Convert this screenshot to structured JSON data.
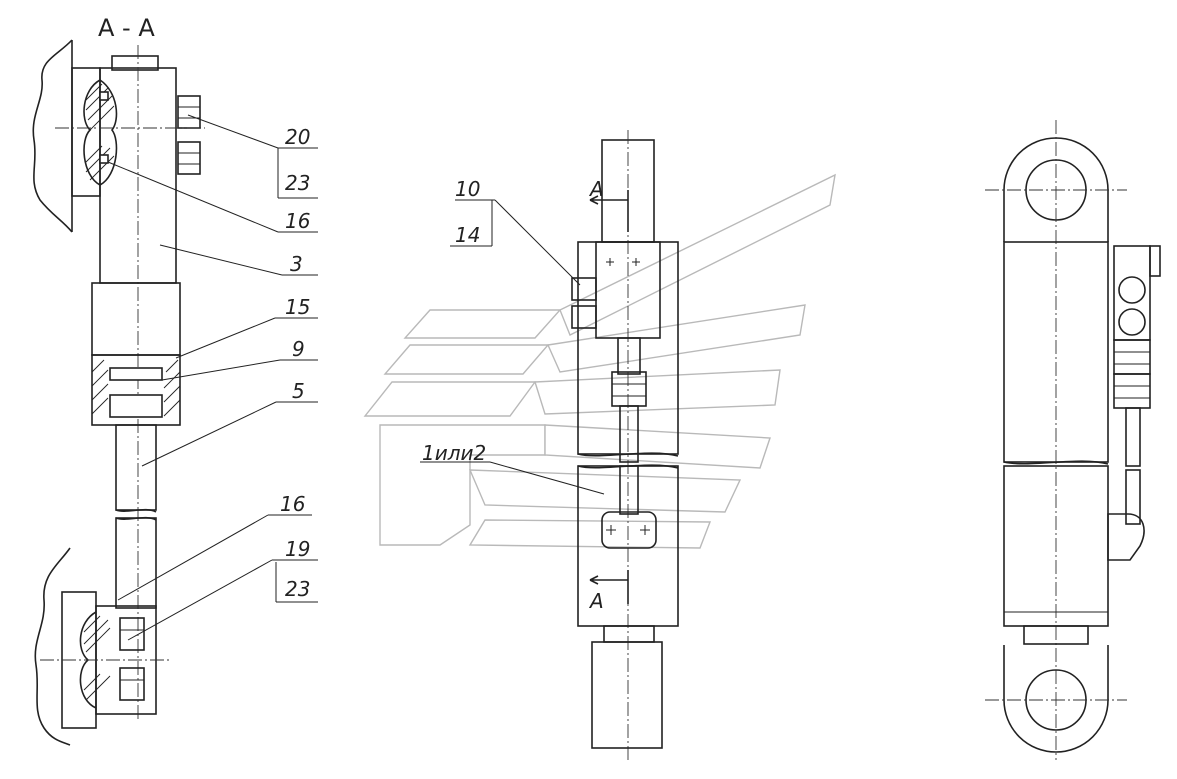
{
  "section_title": "А - А",
  "left_view": {
    "callouts": [
      "20",
      "23",
      "16",
      "3",
      "15",
      "9",
      "5",
      "16",
      "19",
      "23"
    ]
  },
  "middle_view": {
    "callout_top_numerator": "10",
    "callout_top_denominator": "14",
    "section_mark_top": "А",
    "section_mark_bottom": "А",
    "callout_variant": "1или2"
  },
  "colors": {
    "ink": "#222222",
    "watermark": "#b9b9b9",
    "background": "#ffffff"
  }
}
